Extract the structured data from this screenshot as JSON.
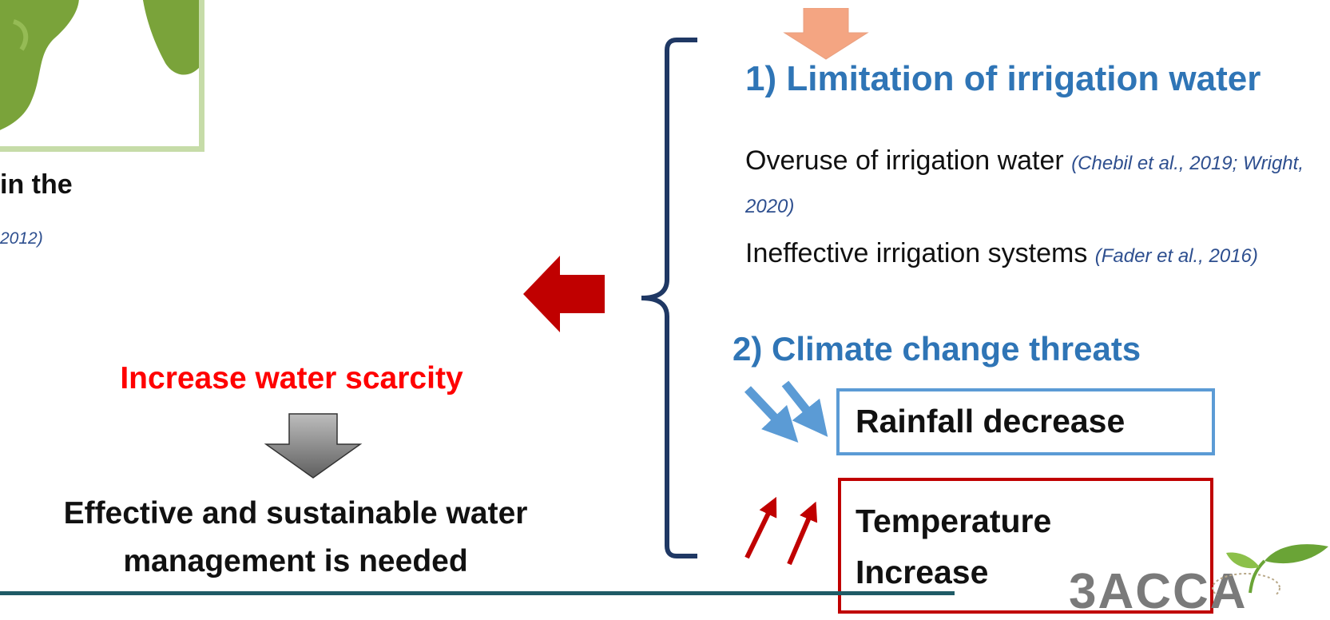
{
  "partial_title": "in the",
  "partial_citation": "2012)",
  "left_panel": {
    "scarcity_label": "Increase water scarcity",
    "conclusion_line1": "Effective and sustainable water",
    "conclusion_line2": "management is needed"
  },
  "right_panel": {
    "heading_1": "1) Limitation of irrigation water",
    "point_1_text": "Overuse of irrigation water",
    "point_1_citation": "(Chebil et al., 2019; Wright, 2020)",
    "point_2_text": "Ineffective irrigation systems",
    "point_2_citation": "(Fader et al., 2016)",
    "heading_2": "2) Climate change threats",
    "rainfall_label": "Rainfall decrease",
    "temperature_line1": "Temperature",
    "temperature_line2": "Increase"
  },
  "logo": {
    "text": "3ACCA"
  },
  "colors": {
    "heading_blue": "#2f75b6",
    "citation_blue": "#2e4f8f",
    "scarcity_red": "#ff0000",
    "arrow_red": "#c00000",
    "arrow_blue": "#5b9bd5",
    "arrow_orange": "#f4a582",
    "arrow_gray": "#808080",
    "brace_navy": "#1f3864",
    "map_green": "#7aa33a",
    "frame_green": "#c6dca8"
  }
}
